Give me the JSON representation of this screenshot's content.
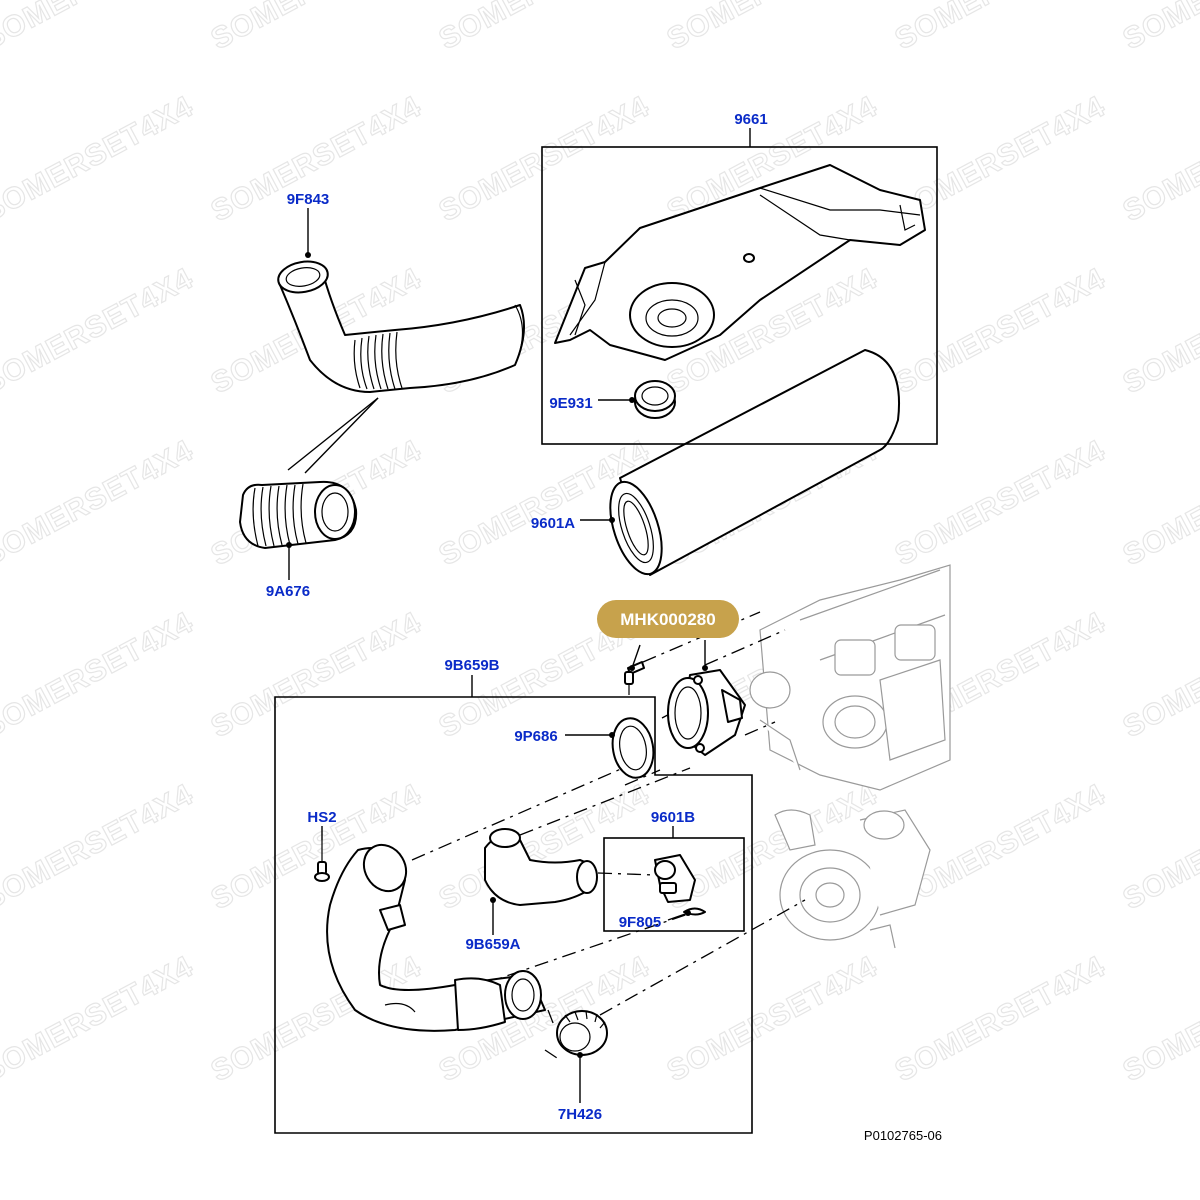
{
  "diagram": {
    "watermark": "SOMERSET4X4",
    "reference": "P0102765-06",
    "highlight_color": "#C7A24C",
    "label_color": "#0A2BC8",
    "parts": [
      {
        "id": "9661",
        "label": "9661"
      },
      {
        "id": "9F843",
        "label": "9F843"
      },
      {
        "id": "9E931",
        "label": "9E931"
      },
      {
        "id": "9A676",
        "label": "9A676"
      },
      {
        "id": "9601A",
        "label": "9601A"
      },
      {
        "id": "MHK000280",
        "label": "MHK000280",
        "highlighted": true
      },
      {
        "id": "9B659B",
        "label": "9B659B"
      },
      {
        "id": "9P686",
        "label": "9P686"
      },
      {
        "id": "HS2",
        "label": "HS2"
      },
      {
        "id": "9601B",
        "label": "9601B"
      },
      {
        "id": "9F805",
        "label": "9F805"
      },
      {
        "id": "9B659A",
        "label": "9B659A"
      },
      {
        "id": "7H426",
        "label": "7H426"
      }
    ]
  }
}
